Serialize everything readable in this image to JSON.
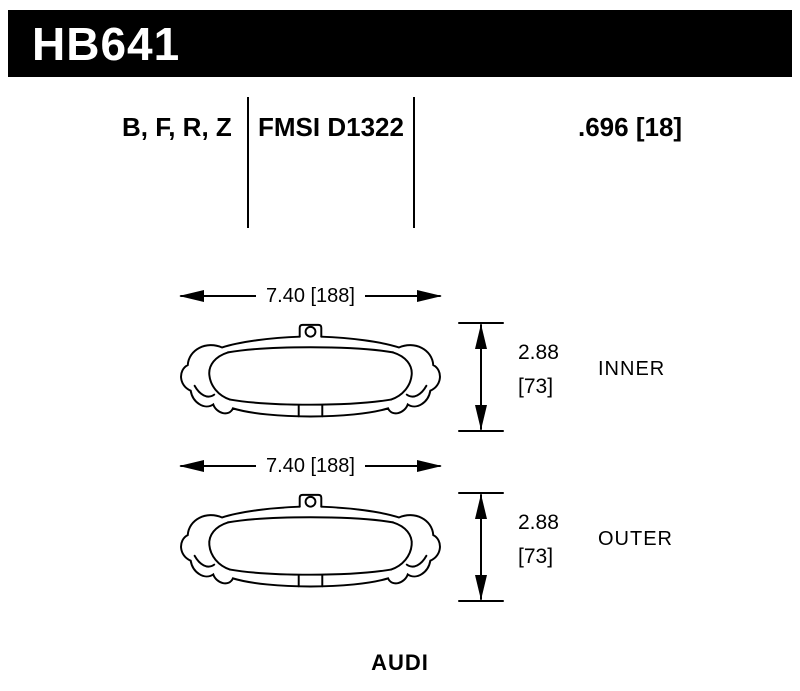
{
  "header": {
    "part_number": "HB641"
  },
  "spec": {
    "compounds": "B, F, R, Z",
    "fmsi": "FMSI D1322",
    "thickness": ".696 [18]"
  },
  "figures": [
    {
      "label": "INNER",
      "width": "7.40 [188]",
      "height_in": "2.88",
      "height_mm": "[73]"
    },
    {
      "label": "OUTER",
      "width": "7.40 [188]",
      "height_in": "2.88",
      "height_mm": "[73]"
    }
  ],
  "footer": {
    "vehicle": "AUDI"
  }
}
